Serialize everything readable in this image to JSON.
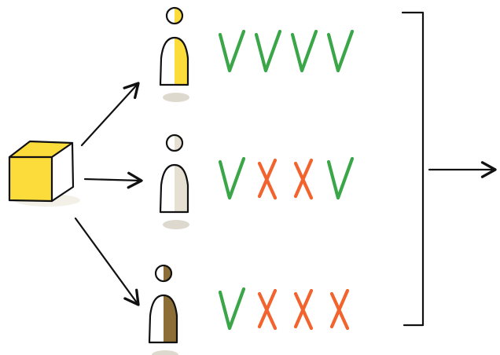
{
  "colors": {
    "outline": "#111111",
    "cube_face": "#fcdc3b",
    "cube_side": "#ffffff",
    "check": "#3aa648",
    "cross": "#f2632d",
    "shadow": "#d8d2c6"
  },
  "source": {
    "icon": "cube-icon"
  },
  "rows": [
    {
      "figure_icon": "person-icon",
      "figure_fill": "#fcdc3b",
      "marks": [
        "check",
        "check",
        "check",
        "check"
      ]
    },
    {
      "figure_icon": "person-icon",
      "figure_fill": "#e6e0d3",
      "marks": [
        "check",
        "cross",
        "cross",
        "check"
      ]
    },
    {
      "figure_icon": "person-icon",
      "figure_fill": "#8c6e36",
      "marks": [
        "check",
        "cross",
        "cross",
        "cross"
      ]
    }
  ],
  "aggregation": {
    "icon": "bracket-icon",
    "output_icon": "arrow-right-icon"
  }
}
